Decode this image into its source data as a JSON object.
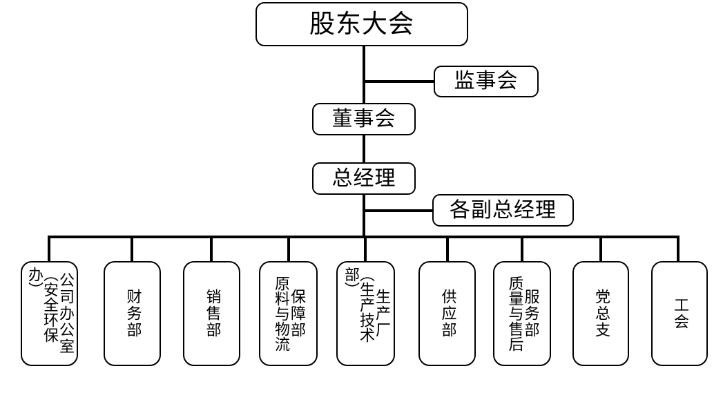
{
  "chart": {
    "title_node": "股东大会",
    "levels": {
      "shareholders_meeting": "股东大会",
      "board_of_supervisors": "监事会",
      "board_of_directors": "董事会",
      "general_manager": "总经理",
      "deputy_general_managers": "各副总经理"
    },
    "departments": [
      {
        "main": "公司办公室",
        "sub": "（安全环保办）"
      },
      {
        "main": "财务部",
        "sub": ""
      },
      {
        "main": "销售部",
        "sub": ""
      },
      {
        "main": "保障部",
        "sub": "原料与物流"
      },
      {
        "main": "生产厂",
        "sub": "（生产技术部）"
      },
      {
        "main": "供应部",
        "sub": ""
      },
      {
        "main": "服务部",
        "sub": "质量与售后"
      },
      {
        "main": "党总支",
        "sub": ""
      },
      {
        "main": "工会",
        "sub": ""
      }
    ],
    "colors": {
      "line": "#000000",
      "box_border": "#000000",
      "box_fill": "#ffffff",
      "text": "#000000",
      "background": "#ffffff"
    }
  }
}
